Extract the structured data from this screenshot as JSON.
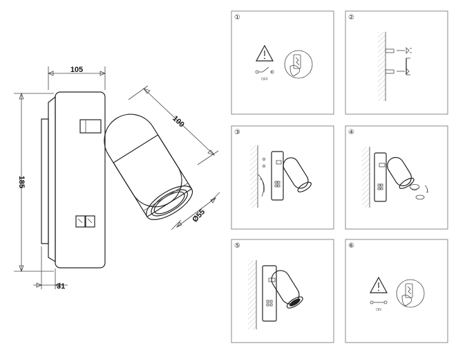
{
  "dimensions": {
    "width": "105",
    "height": "185",
    "depth": "31",
    "arm_length": "100",
    "head_diameter": "Ø55"
  },
  "steps": [
    {
      "number": "①",
      "state_label": "OFF"
    },
    {
      "number": "②"
    },
    {
      "number": "③"
    },
    {
      "number": "④"
    },
    {
      "number": "⑤"
    },
    {
      "number": "⑥",
      "state_label": "ON"
    }
  ],
  "icons": {
    "warning": "warning-triangle-icon",
    "switch": "power-switch-icon",
    "tester": "voltage-tester-icon",
    "screw": "screw-icon",
    "dowel": "wall-plug-icon",
    "rocker": "rocker-switch-icon",
    "bulb": "gu10-bulb-icon"
  },
  "colors": {
    "line": "#222222",
    "frame": "#8a8a8a",
    "hatch": "#999999"
  }
}
